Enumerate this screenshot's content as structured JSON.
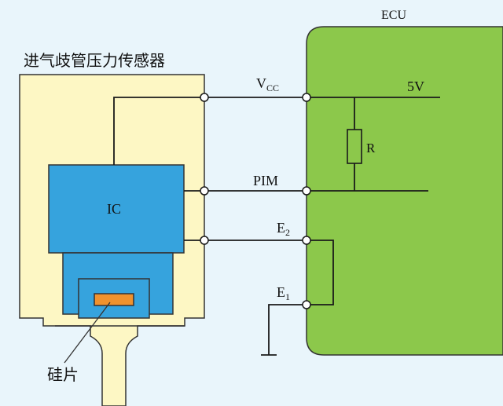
{
  "colors": {
    "background": "#e9f5fb",
    "ecu_fill": "#8cc84b",
    "sensor_fill": "#fdf7c4",
    "ic_fill": "#36a3dd",
    "silicon_chip": "#f0922e",
    "wire": "#1a1a1a"
  },
  "ecu": {
    "label": "ECU"
  },
  "sensor": {
    "label": "进气歧管压力传感器"
  },
  "ic": {
    "label": "IC"
  },
  "silicon": {
    "label": "硅片"
  },
  "terminals": {
    "vcc": {
      "main": "V",
      "sub": "CC"
    },
    "pim": {
      "main": "PIM",
      "sub": ""
    },
    "e2": {
      "main": "E",
      "sub": "2"
    },
    "e1": {
      "main": "E",
      "sub": "1"
    }
  },
  "supply": {
    "label": "5V"
  },
  "resistor": {
    "label": "R"
  }
}
